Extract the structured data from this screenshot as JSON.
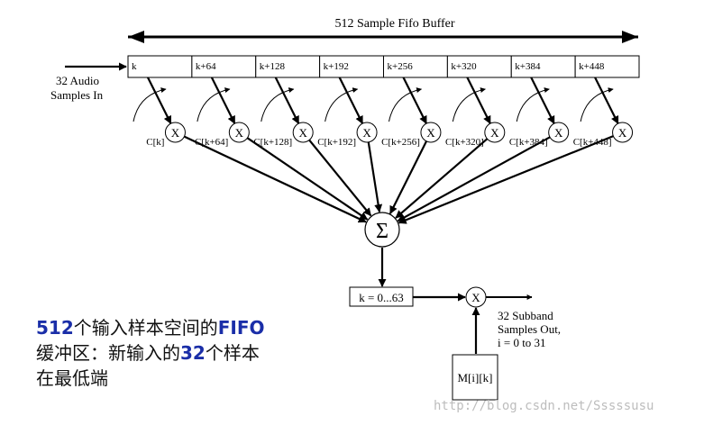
{
  "diagram": {
    "title": "512 Sample Fifo Buffer",
    "input_label_line1": "32 Audio",
    "input_label_line2": "Samples In",
    "buffer_cells": [
      "k",
      "k+64",
      "k+128",
      "k+192",
      "k+256",
      "k+320",
      "k+384",
      "k+448"
    ],
    "coeff_labels": [
      "C[k]",
      "C[k+64]",
      "C[k+128]",
      "C[k+192]",
      "C[k+256]",
      "C[k+320]",
      "C[k+384]",
      "C[k+448]"
    ],
    "multiply_symbol": "X",
    "sum_symbol": "Σ",
    "index_box": "k = 0...63",
    "matrix_box": "M[i][k]",
    "output_line1": "32 Subband",
    "output_line2": "Samples Out,",
    "output_line3": "i = 0 to 31"
  },
  "caption": {
    "line1_a": "512",
    "line1_b": "个输入样本空间的",
    "line1_c": "FIFO",
    "line2_a": "缓冲区：新输入的",
    "line2_b": "32",
    "line2_c": "个样本",
    "line3": "在最低端"
  },
  "watermark": "http://blog.csdn.net/Sssssusu"
}
